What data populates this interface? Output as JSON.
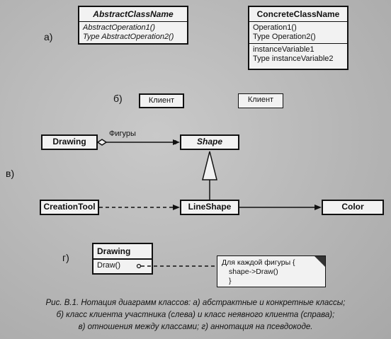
{
  "labels": {
    "a": "а)",
    "b": "б)",
    "v": "в)",
    "g": "г)"
  },
  "abstract_class": {
    "name": "AbstractClassName",
    "operations": [
      "AbstractOperation1()",
      "Type AbstractOperation2()"
    ]
  },
  "concrete_class": {
    "name": "ConcreteClassName",
    "operations": [
      "Operation1()",
      "Type Operation2()"
    ],
    "attributes": [
      "instanceVariable1",
      "Type instanceVariable2"
    ]
  },
  "clients": {
    "participant": "Клиент",
    "implicit": "Клиент"
  },
  "relations": {
    "drawing": "Drawing",
    "shape": "Shape",
    "aggregation_label": "Фигуры",
    "creation_tool": "CreationTool",
    "line_shape": "LineShape",
    "color": "Color"
  },
  "annotation": {
    "class_name": "Drawing",
    "operation": "Draw()",
    "note_lines": [
      "Для каждой фигуры {",
      "shape->Draw()",
      "}"
    ]
  },
  "caption": {
    "line1": "Рис. В.1. Нотация диаграмм классов:  а) абстрактные и конкретные классы;",
    "line2": "б) класс клиента участника (слева) и класс неявного клиента (справа);",
    "line3": "в) отношения между классами; г) аннотация на псевдокоде."
  }
}
